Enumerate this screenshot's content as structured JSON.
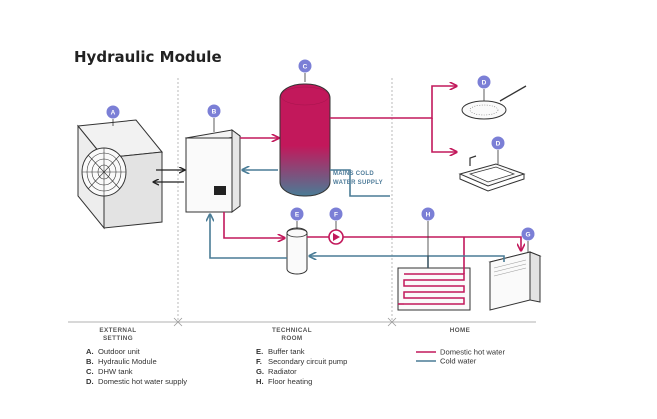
{
  "title": "Hydraulic Module",
  "zones": {
    "external": [
      "EXTERNAL",
      "SETTING"
    ],
    "technical": [
      "TECHNICAL",
      "ROOM"
    ],
    "home": "HOME"
  },
  "badges": {
    "a": "A",
    "b": "B",
    "c": "C",
    "d1": "D",
    "d2": "D",
    "e": "E",
    "f": "F",
    "g": "G",
    "h": "H"
  },
  "mains_label": [
    "MAINS COLD",
    "WATER SUPPLY"
  ],
  "legend": {
    "items": [
      {
        "key": "A.",
        "text": "Outdoor unit"
      },
      {
        "key": "B.",
        "text": "Hydraulic Module"
      },
      {
        "key": "C.",
        "text": "DHW  tank"
      },
      {
        "key": "D.",
        "text": "Domestic hot water supply"
      },
      {
        "key": "E.",
        "text": "Buffer tank"
      },
      {
        "key": "F.",
        "text": "Secondary circuit pump"
      },
      {
        "key": "G.",
        "text": "Radiator"
      },
      {
        "key": "H.",
        "text": "Floor heating"
      }
    ],
    "lines": [
      {
        "text": "Domestic hot water",
        "color": "#c2185b"
      },
      {
        "text": "Cold water",
        "color": "#4a7c96"
      }
    ]
  },
  "colors": {
    "hot": "#c2185b",
    "cold": "#4a7c96",
    "badge": "#7b7fd6"
  }
}
